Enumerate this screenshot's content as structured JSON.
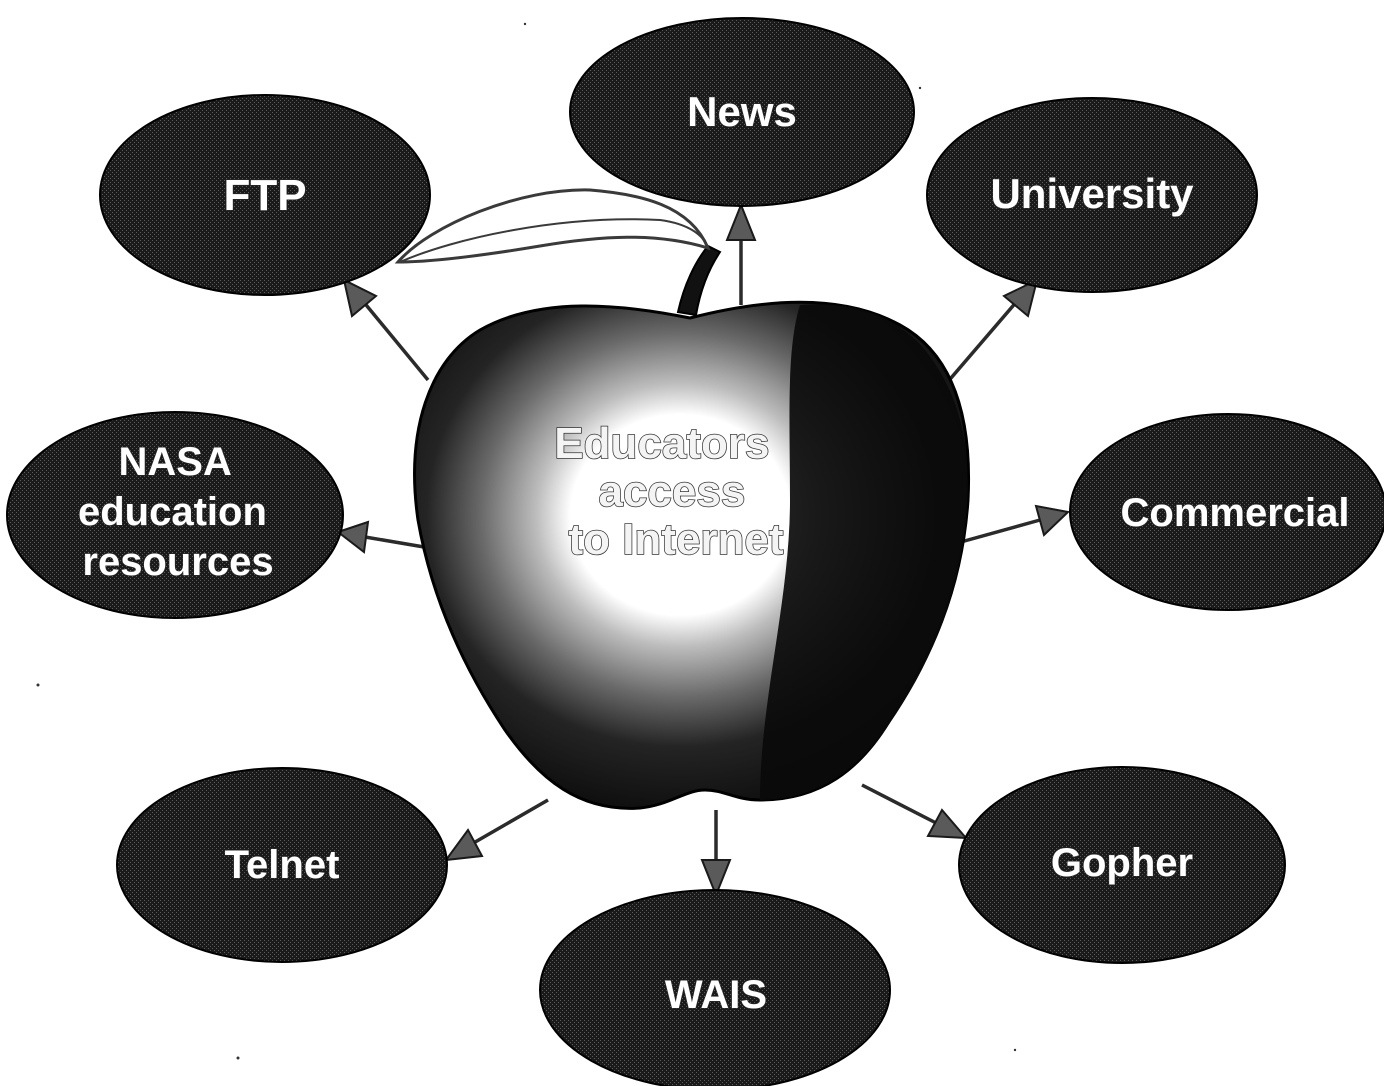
{
  "diagram": {
    "center": {
      "lines": [
        "Educators",
        "access",
        "to Internet"
      ]
    },
    "nodes": [
      {
        "id": "news",
        "lines": [
          "News"
        ]
      },
      {
        "id": "ftp",
        "lines": [
          "FTP"
        ]
      },
      {
        "id": "university",
        "lines": [
          "University"
        ]
      },
      {
        "id": "nasa",
        "lines": [
          "NASA",
          "education",
          "resources"
        ]
      },
      {
        "id": "commercial",
        "lines": [
          "Commercial"
        ]
      },
      {
        "id": "telnet",
        "lines": [
          "Telnet"
        ]
      },
      {
        "id": "gopher",
        "lines": [
          "Gopher"
        ]
      },
      {
        "id": "wais",
        "lines": [
          "WAIS"
        ]
      }
    ],
    "colors": {
      "node_fill": "#1e1e1e",
      "apple_outer": "#0d0d0d",
      "apple_ring": "#9a9a9a",
      "apple_core": "#ffffff"
    }
  }
}
